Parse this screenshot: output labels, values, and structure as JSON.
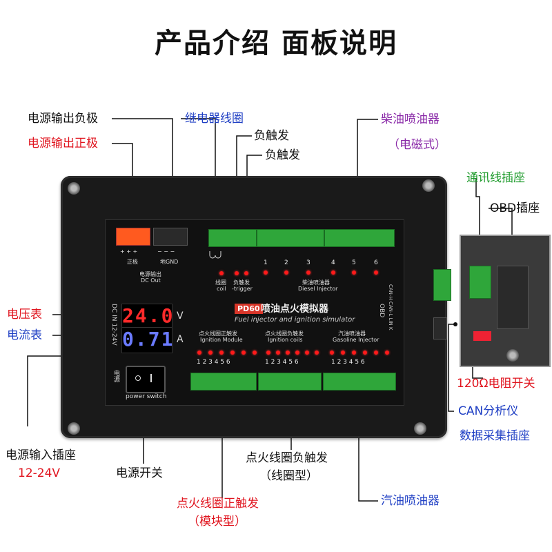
{
  "title": "产品介绍  面板说明",
  "labels": {
    "power_out_negative": "电源输出负极",
    "power_out_positive": "电源输出正极",
    "relay_coil": "继电器线圈",
    "neg_trigger_1": "负触发",
    "neg_trigger_2": "负触发",
    "diesel_injector": "柴油喷油器",
    "diesel_injector_type": "（电磁式）",
    "comm_socket": "通讯线插座",
    "obd_socket": "OBD插座",
    "voltmeter": "电压表",
    "ammeter": "电流表",
    "resistor_switch": "120Ω电阻开关",
    "can_analyzer": "CAN分析仪",
    "data_socket": "数据采集插座",
    "power_in_socket": "电源输入插座",
    "power_in_voltage": "12-24V",
    "power_switch": "电源开关",
    "ign_neg_trigger": "点火线圈负触发",
    "ign_neg_type": "（线圈型）",
    "ign_pos_trigger": "点火线圈正触发",
    "ign_pos_type": "（模块型）",
    "gasoline_injector": "汽油喷油器"
  },
  "panel": {
    "brand": "PD60",
    "name_cn": "喷油点火模拟器",
    "name_en": "Fuel injector and ignition simulator",
    "dc_out_cn": "电源输出",
    "dc_out_en": "DC Out",
    "positive": "正极",
    "ground": "地GND",
    "coil_cn": "线圈",
    "coil_en": "coil",
    "trigger_cn": "负触发",
    "trigger_en": "-trigger",
    "diesel_cn": "柴油喷油器",
    "diesel_en": "Diesel Injector",
    "dc_in": "DC IN 12-24V",
    "voltage": "24.0",
    "voltage_unit": "V",
    "current": "0.71",
    "current_unit": "A",
    "power_cn": "电源",
    "power_en": "power switch",
    "ign_mod_cn": "点火线圈正触发",
    "ign_mod_en": "Ignition Module",
    "ign_coil_cn": "点火线圈负触发",
    "ign_coil_en": "Ignition coils",
    "gas_cn": "汽油喷油器",
    "gas_en": "Gasoline Injector",
    "obd": "OBD",
    "can_labels": "CAN-H CAN-L LIN K",
    "numbers": [
      "1",
      "2",
      "3",
      "4",
      "5",
      "6"
    ]
  }
}
